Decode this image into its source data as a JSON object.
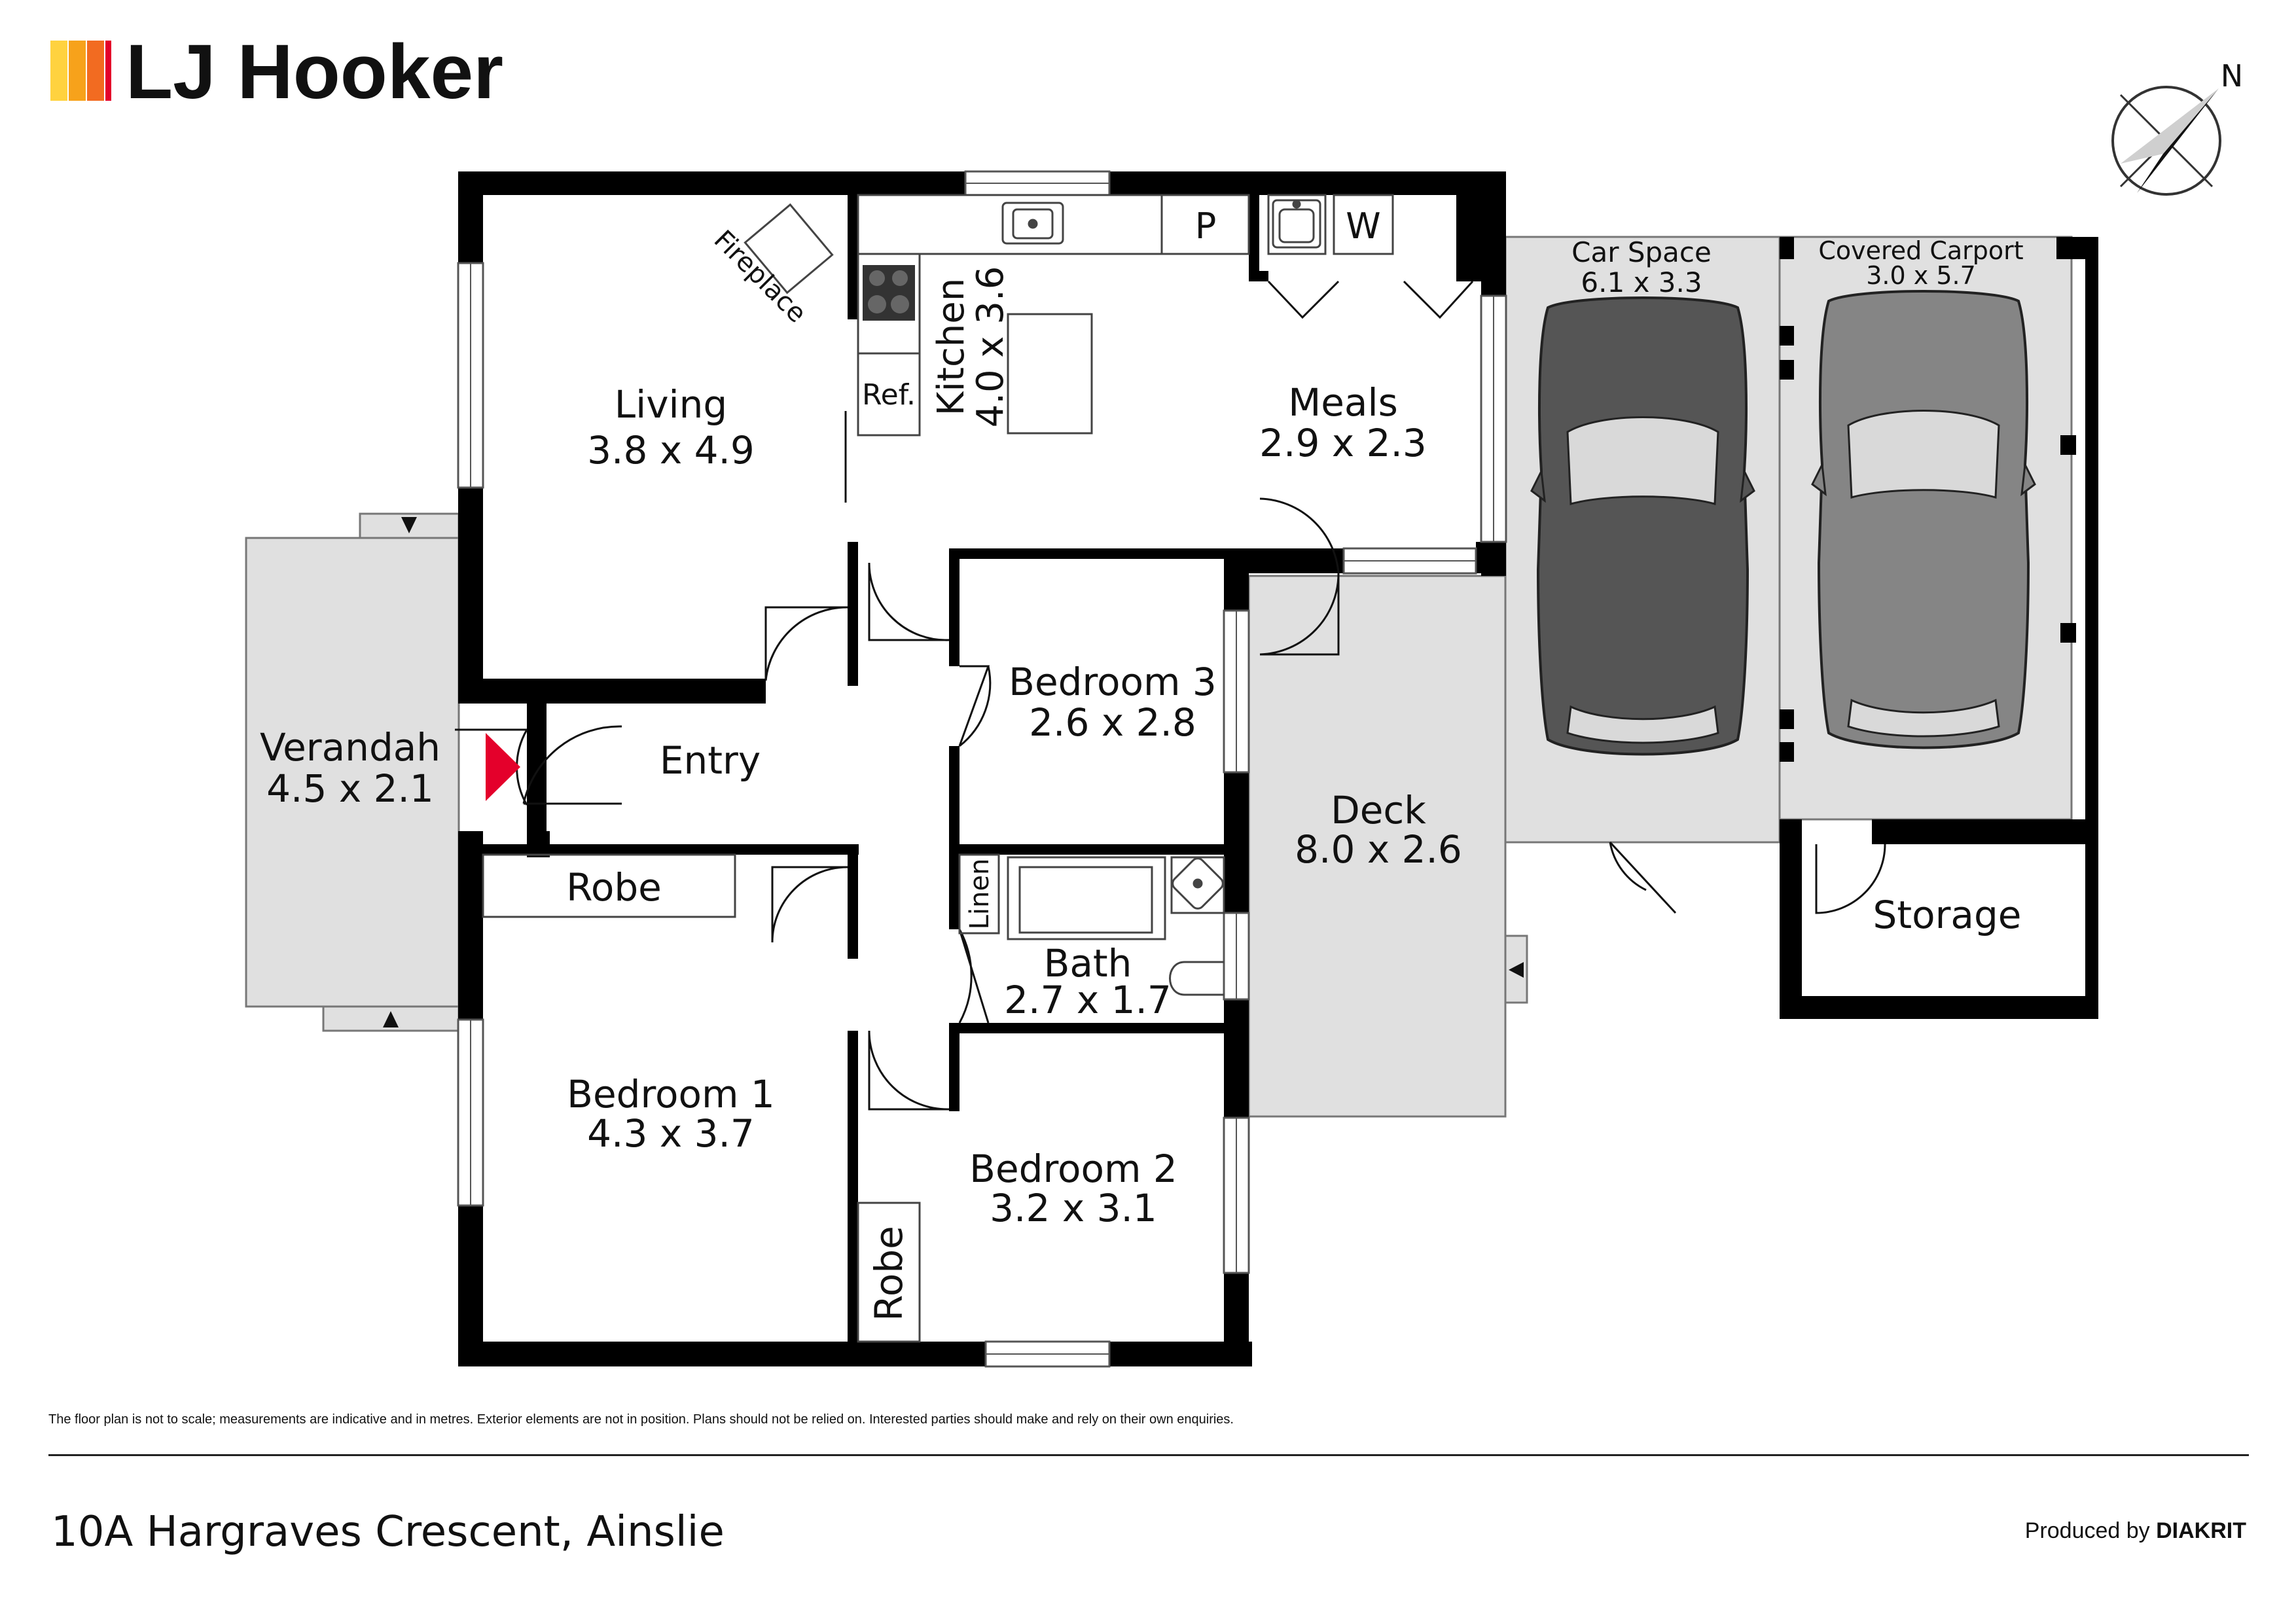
{
  "brand": {
    "name": "LJ Hooker",
    "stripe_colors": [
      "#ffd23f",
      "#f7a21b",
      "#f26b21",
      "#e4002b"
    ]
  },
  "compass": {
    "label": "N"
  },
  "rooms": {
    "living": {
      "name": "Living",
      "size": "3.8 x 4.9"
    },
    "kitchen": {
      "name": "Kitchen",
      "size": "4.0 x 3.6"
    },
    "meals": {
      "name": "Meals",
      "size": "2.9 x 2.3"
    },
    "verandah": {
      "name": "Verandah",
      "size": "4.5 x 2.1"
    },
    "entry": {
      "name": "Entry"
    },
    "bedroom3": {
      "name": "Bedroom 3",
      "size": "2.6 x 2.8"
    },
    "deck": {
      "name": "Deck",
      "size": "8.0 x 2.6"
    },
    "bath": {
      "name": "Bath",
      "size": "2.7 x 1.7"
    },
    "bedroom1": {
      "name": "Bedroom 1",
      "size": "4.3 x 3.7"
    },
    "bedroom2": {
      "name": "Bedroom 2",
      "size": "3.2 x 3.1"
    },
    "car_space": {
      "name": "Car Space",
      "size": "6.1 x 3.3"
    },
    "carport": {
      "name": "Covered Carport",
      "size": "3.0 x 5.7"
    },
    "storage": {
      "name": "Storage"
    }
  },
  "fixtures": {
    "fireplace": "Fireplace",
    "pantry": "P",
    "washer": "W",
    "fridge": "Ref.",
    "linen": "Linen",
    "robe1": "Robe",
    "robe2": "Robe"
  },
  "colors": {
    "wall": "#000000",
    "shaded_area": "#e0e0e0",
    "car_dark": "#555555",
    "car_light": "#858585",
    "entry_marker": "#e4002b"
  },
  "footer": {
    "disclaimer": "The floor plan is not to scale; measurements are indicative and in metres. Exterior elements are not in position. Plans should not be relied on. Interested parties should make and rely on their own enquiries.",
    "address": "10A Hargraves Crescent, Ainslie",
    "produced_by": "Produced by",
    "producer": "DIAKRIT"
  }
}
